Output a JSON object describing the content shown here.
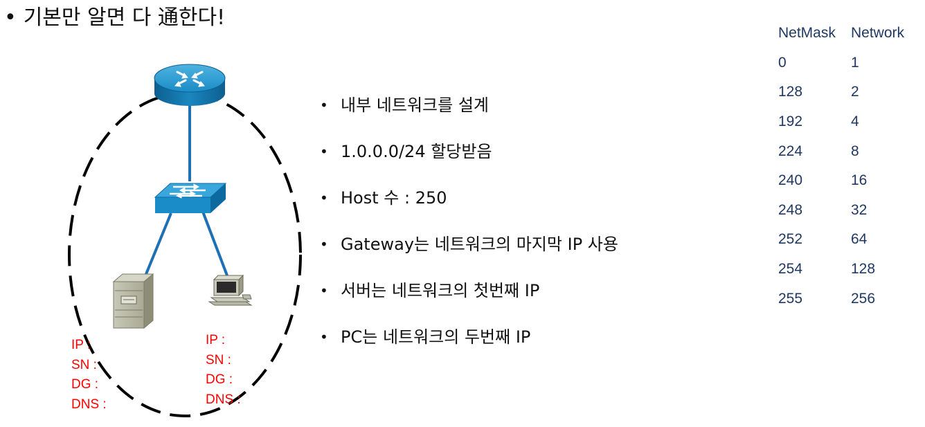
{
  "title": "기본만 알면 다 通한다!",
  "devices": {
    "router_icon": "router-icon",
    "switch_icon": "switch-icon",
    "server_icon": "server-icon",
    "pc_icon": "pc-icon"
  },
  "server_config": [
    "IP :",
    "SN :",
    "DG :",
    "DNS :"
  ],
  "pc_config": [
    "IP :",
    "SN :",
    "DG :",
    "DNS :"
  ],
  "bullets": [
    "내부 네트워크를 설계",
    "1.0.0.0/24 할당받음",
    "Host 수 : 250",
    "Gateway는 네트워크의 마지막 IP 사용",
    "서버는 네트워크의 첫번째 IP",
    "PC는 네트워크의 두번째 IP"
  ],
  "table": {
    "headers": [
      "NetMask",
      "Network"
    ],
    "rows": [
      [
        "0",
        "1"
      ],
      [
        "128",
        "2"
      ],
      [
        "192",
        "4"
      ],
      [
        "224",
        "8"
      ],
      [
        "240",
        "16"
      ],
      [
        "248",
        "32"
      ],
      [
        "252",
        "64"
      ],
      [
        "254",
        "128"
      ],
      [
        "255",
        "256"
      ]
    ]
  },
  "colors": {
    "device_blue": "#1a8cc7",
    "link_blue": "#1f6fb5",
    "config_red": "#ff0000",
    "table_text": "#1f3864"
  }
}
